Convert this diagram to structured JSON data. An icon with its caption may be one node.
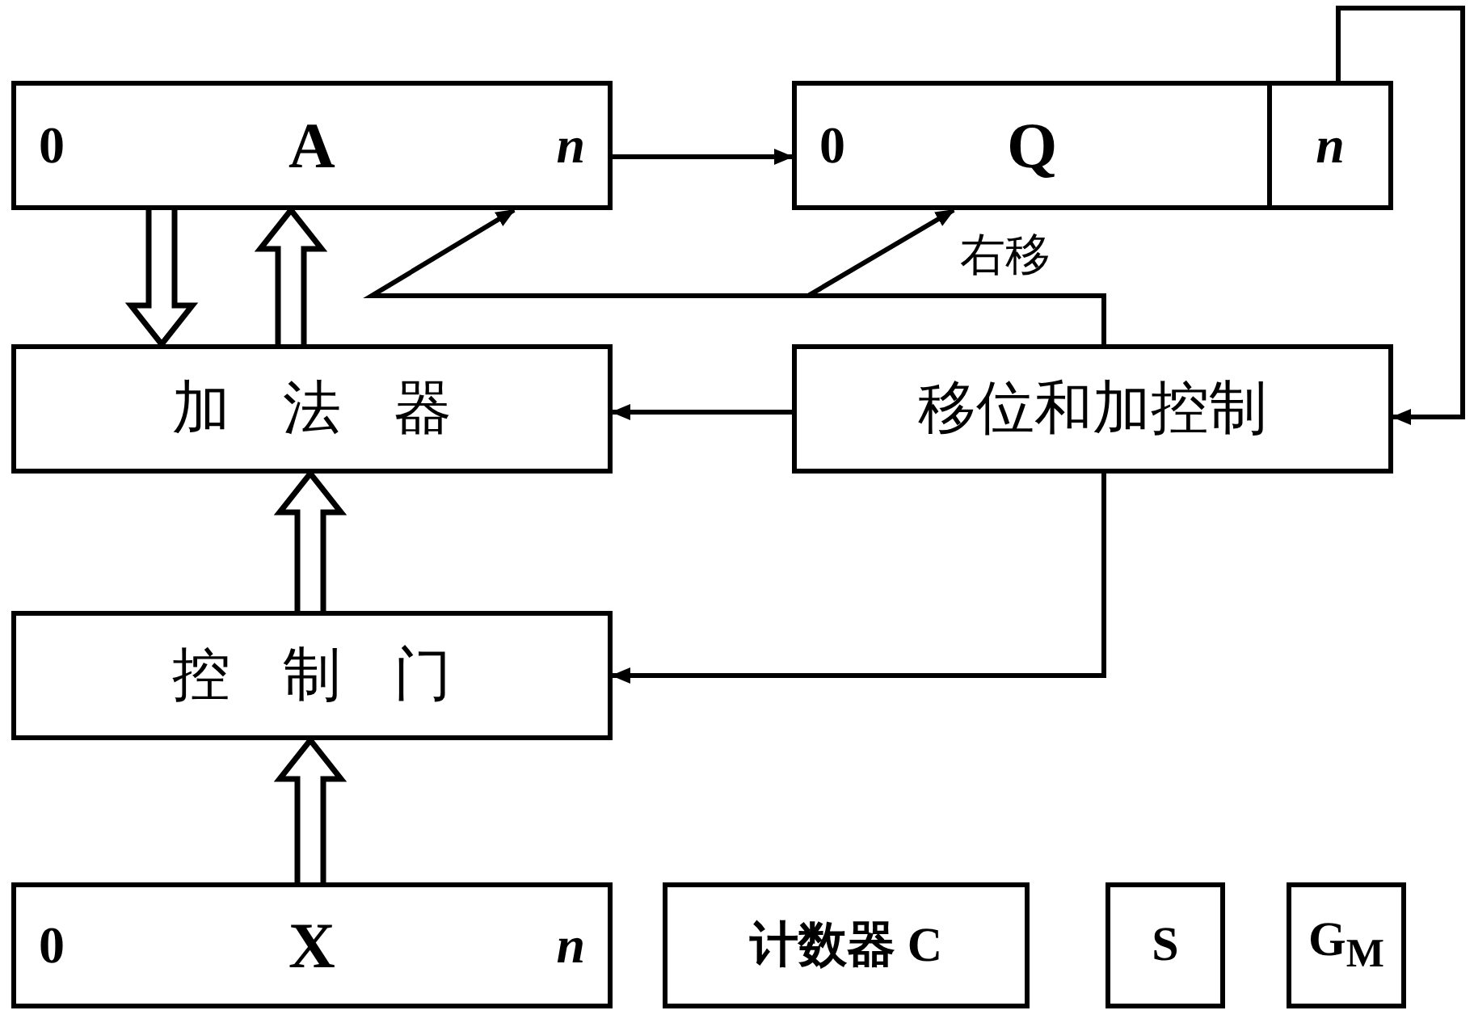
{
  "diagram": {
    "nodes": [
      {
        "text": [
          "0",
          "A",
          "n"
        ]
      },
      {
        "text": [
          "0",
          "Q"
        ]
      },
      {
        "text": [
          "n"
        ]
      },
      {
        "text": [
          "加法器"
        ]
      },
      {
        "text": [
          "移位和加控制"
        ]
      },
      {
        "text": [
          "控制门"
        ]
      },
      {
        "text": [
          "0",
          "X",
          "n"
        ]
      },
      {
        "text": [
          "计数器 C"
        ]
      },
      {
        "text": [
          "S"
        ]
      },
      {
        "text": [
          "G$_{M}$"
        ]
      }
    ],
    "edges": [
      {
        "from": 0,
        "to": 1,
        "arrow": "to"
      },
      {
        "from": 0,
        "to": 3,
        "arrow": "to",
        "style": "thick"
      },
      {
        "from": 3,
        "to": 0,
        "arrow": "to",
        "style": "thick"
      },
      {
        "from": 5,
        "to": 3,
        "arrow": "to",
        "style": "thick"
      },
      {
        "from": 6,
        "to": 5,
        "arrow": "to",
        "style": "thick"
      },
      {
        "from": 2,
        "to": 4,
        "arrow": "to"
      },
      {
        "from": 4,
        "to": 3,
        "arrow": "to"
      },
      {
        "from": 4,
        "to": 5,
        "arrow": "to"
      },
      {
        "from": 4,
        "to": 0,
        "arrow": "to"
      },
      {
        "from": 4,
        "to": 1,
        "arrow": "to",
        "label": "右移"
      }
    ]
  }
}
